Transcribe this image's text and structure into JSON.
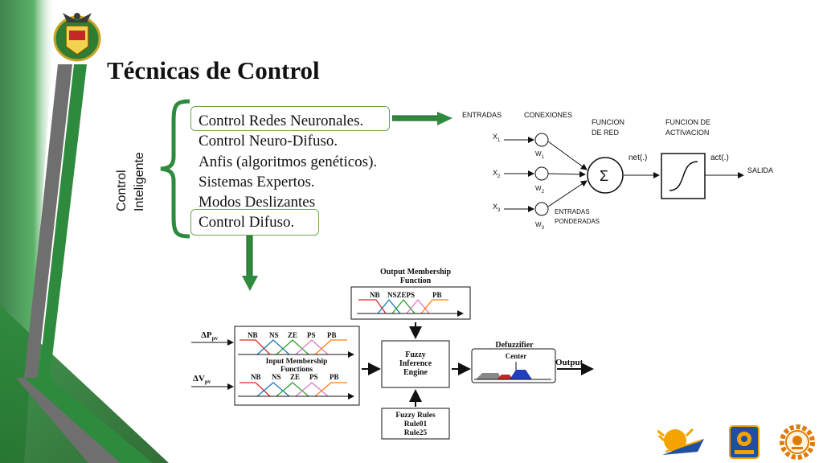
{
  "slide": {
    "title": "Técnicas de Control",
    "vertical_label": [
      "Control",
      "Inteligente"
    ],
    "items": [
      "Control  Redes Neuronales.",
      "Control Neuro-Difuso.",
      "Anfis (algoritmos genéticos).",
      "Sistemas Expertos.",
      "Modos Deslizantes",
      "Control Difuso."
    ],
    "highlighted_items": [
      0,
      5
    ]
  },
  "neural_net": {
    "col_entradas": "ENTRADAS",
    "col_conexiones": "CONEXIONES",
    "funcion_red": [
      "FUNCION",
      "DE RED"
    ],
    "funcion_activacion": [
      "FUNCION DE",
      "ACTIVACION"
    ],
    "inputs": [
      "X",
      "X",
      "X"
    ],
    "input_subscripts": [
      "1",
      "2",
      "3"
    ],
    "weights": [
      "W",
      "W",
      "W"
    ],
    "weight_subscripts": [
      "1",
      "2",
      "3"
    ],
    "sum_symbol": "Σ",
    "net_label": "net(.)",
    "act_label": "act(.)",
    "output_label": "SALIDA",
    "weighted_inputs": [
      "ENTRADAS",
      "PONDERADAS"
    ]
  },
  "fuzzy": {
    "output_mf_title": [
      "Output Membership",
      "Function"
    ],
    "output_mf_sets": [
      "NB",
      "NSZEPS",
      "PB"
    ],
    "input_mf_sets": [
      "NB",
      "NS",
      "ZE",
      "PS",
      "PB"
    ],
    "input_mf_title": [
      "Input Membership",
      "Functions"
    ],
    "input1_label": "ΔP",
    "input1_sub": "pv",
    "input2_label": "ΔV",
    "input2_sub": "pv",
    "engine": [
      "Fuzzy",
      "Inference",
      "Engine"
    ],
    "defuzzifier": "Defuzzifier",
    "center": "Center",
    "output": "Output",
    "rules": [
      "Fuzzy Rules",
      "Rule01",
      "Rule25"
    ]
  },
  "colors": {
    "green": "#2e8b3e",
    "dark_green": "#1f6b2a",
    "grey": "#6f6f6f",
    "mf_colors": [
      "#d62728",
      "#1f77b4",
      "#2ca02c",
      "#e377c2",
      "#ff7f0e"
    ]
  }
}
